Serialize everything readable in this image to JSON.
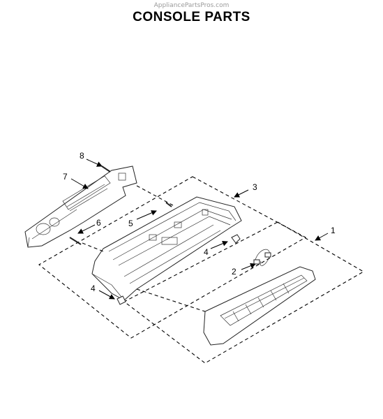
{
  "watermark": "AppliancePartsPros.com",
  "title": "CONSOLE PARTS",
  "callouts": {
    "c1": "1",
    "c2": "2",
    "c3": "3",
    "c4a": "4",
    "c4b": "4",
    "c5": "5",
    "c6": "6",
    "c7": "7",
    "c8": "8"
  }
}
